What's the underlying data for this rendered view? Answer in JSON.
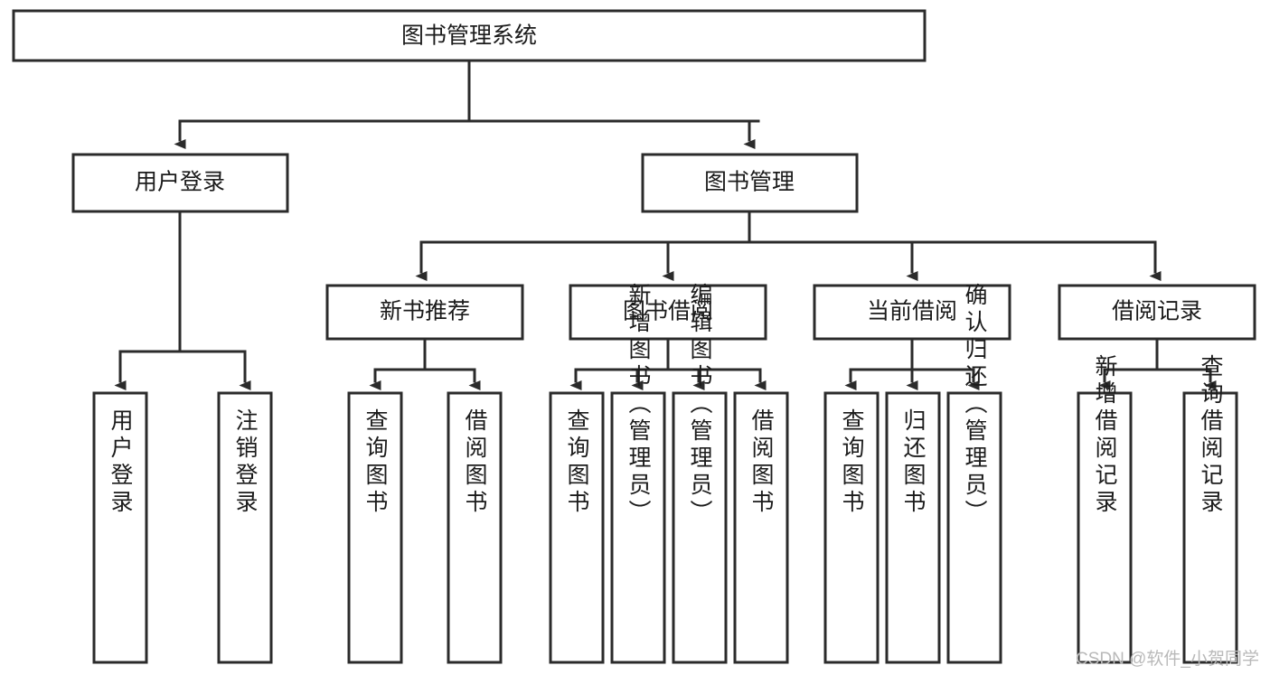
{
  "diagram": {
    "type": "tree-hierarchy-diagram",
    "title": "图书管理系统",
    "background_color": "#ffffff",
    "line_color": "#2b2b2b",
    "text_color": "#1b1b1b",
    "box_fill": "#ffffff",
    "levels": 4,
    "nodes": {
      "root": {
        "label": "图书管理系统",
        "level": 1
      },
      "l2": [
        {
          "id": "user-login",
          "label": "用户登录",
          "level": 2
        },
        {
          "id": "book-manage",
          "label": "图书管理",
          "level": 2
        }
      ],
      "l3": [
        {
          "id": "new-book-recommend",
          "label": "新书推荐",
          "level": 3,
          "parent": "book-manage"
        },
        {
          "id": "book-borrow",
          "label": "图书借阅",
          "level": 3,
          "parent": "book-manage"
        },
        {
          "id": "current-borrow",
          "label": "当前借阅",
          "level": 3,
          "parent": "book-manage"
        },
        {
          "id": "borrow-record",
          "label": "借阅记录",
          "level": 3,
          "parent": "book-manage"
        }
      ],
      "leaves": [
        {
          "id": "leaf-user-login",
          "label": "用户登录",
          "parent": "user-login"
        },
        {
          "id": "leaf-user-logout",
          "label": "注销登录",
          "parent": "user-login"
        },
        {
          "id": "leaf-query-book-1",
          "label": "查询图书",
          "parent": "new-book-recommend"
        },
        {
          "id": "leaf-borrow-book-1",
          "label": "借阅图书",
          "parent": "new-book-recommend"
        },
        {
          "id": "leaf-query-book-2",
          "label": "查询图书",
          "parent": "book-borrow"
        },
        {
          "id": "leaf-add-book",
          "label": "新增图书（管理员）",
          "parent": "book-borrow"
        },
        {
          "id": "leaf-edit-book",
          "label": "编辑图书（管理员）",
          "parent": "book-borrow"
        },
        {
          "id": "leaf-borrow-book-2",
          "label": "借阅图书",
          "parent": "book-borrow"
        },
        {
          "id": "leaf-query-book-3",
          "label": "查询图书",
          "parent": "current-borrow"
        },
        {
          "id": "leaf-return-book",
          "label": "归还图书",
          "parent": "current-borrow"
        },
        {
          "id": "leaf-confirm-return",
          "label": "确认归还（管理员）",
          "parent": "current-borrow"
        },
        {
          "id": "leaf-add-record",
          "label": "新增借阅记录",
          "parent": "borrow-record"
        },
        {
          "id": "leaf-query-record",
          "label": "查询借阅记录",
          "parent": "borrow-record"
        }
      ]
    }
  },
  "watermark": {
    "text": "CSDN @软件_小贺同学"
  }
}
